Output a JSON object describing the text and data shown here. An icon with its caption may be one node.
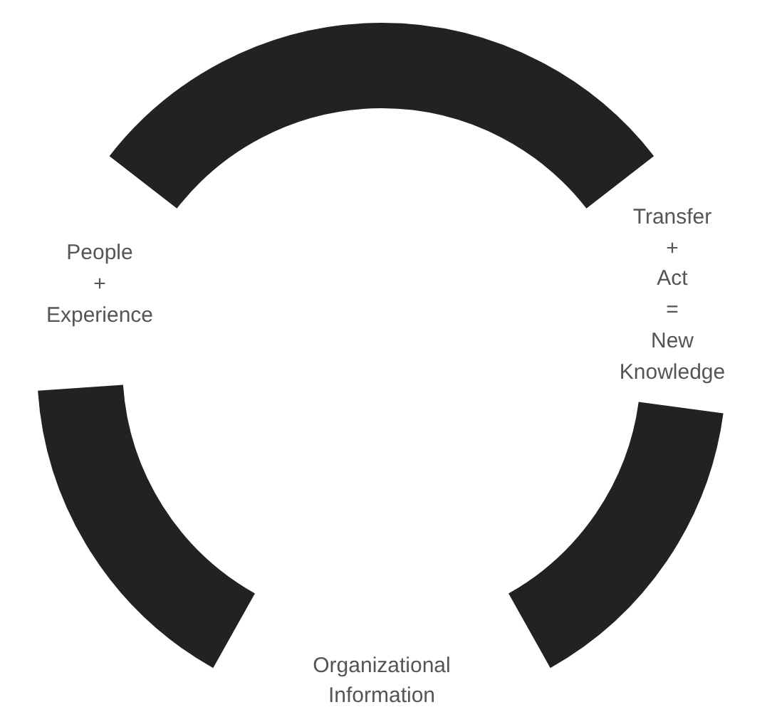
{
  "diagram": {
    "nodes": [
      {
        "text": [
          "People + Experience"
        ]
      },
      {
        "text": [
          "Transfer + Act = New Knowledge"
        ]
      },
      {
        "text": [
          "Organizational Information"
        ]
      }
    ],
    "edges": [
      {
        "from": 0,
        "to": 1,
        "arrow": "none"
      },
      {
        "from": 1,
        "to": 2,
        "arrow": "none"
      },
      {
        "from": 2,
        "to": 0,
        "arrow": "none"
      }
    ]
  }
}
